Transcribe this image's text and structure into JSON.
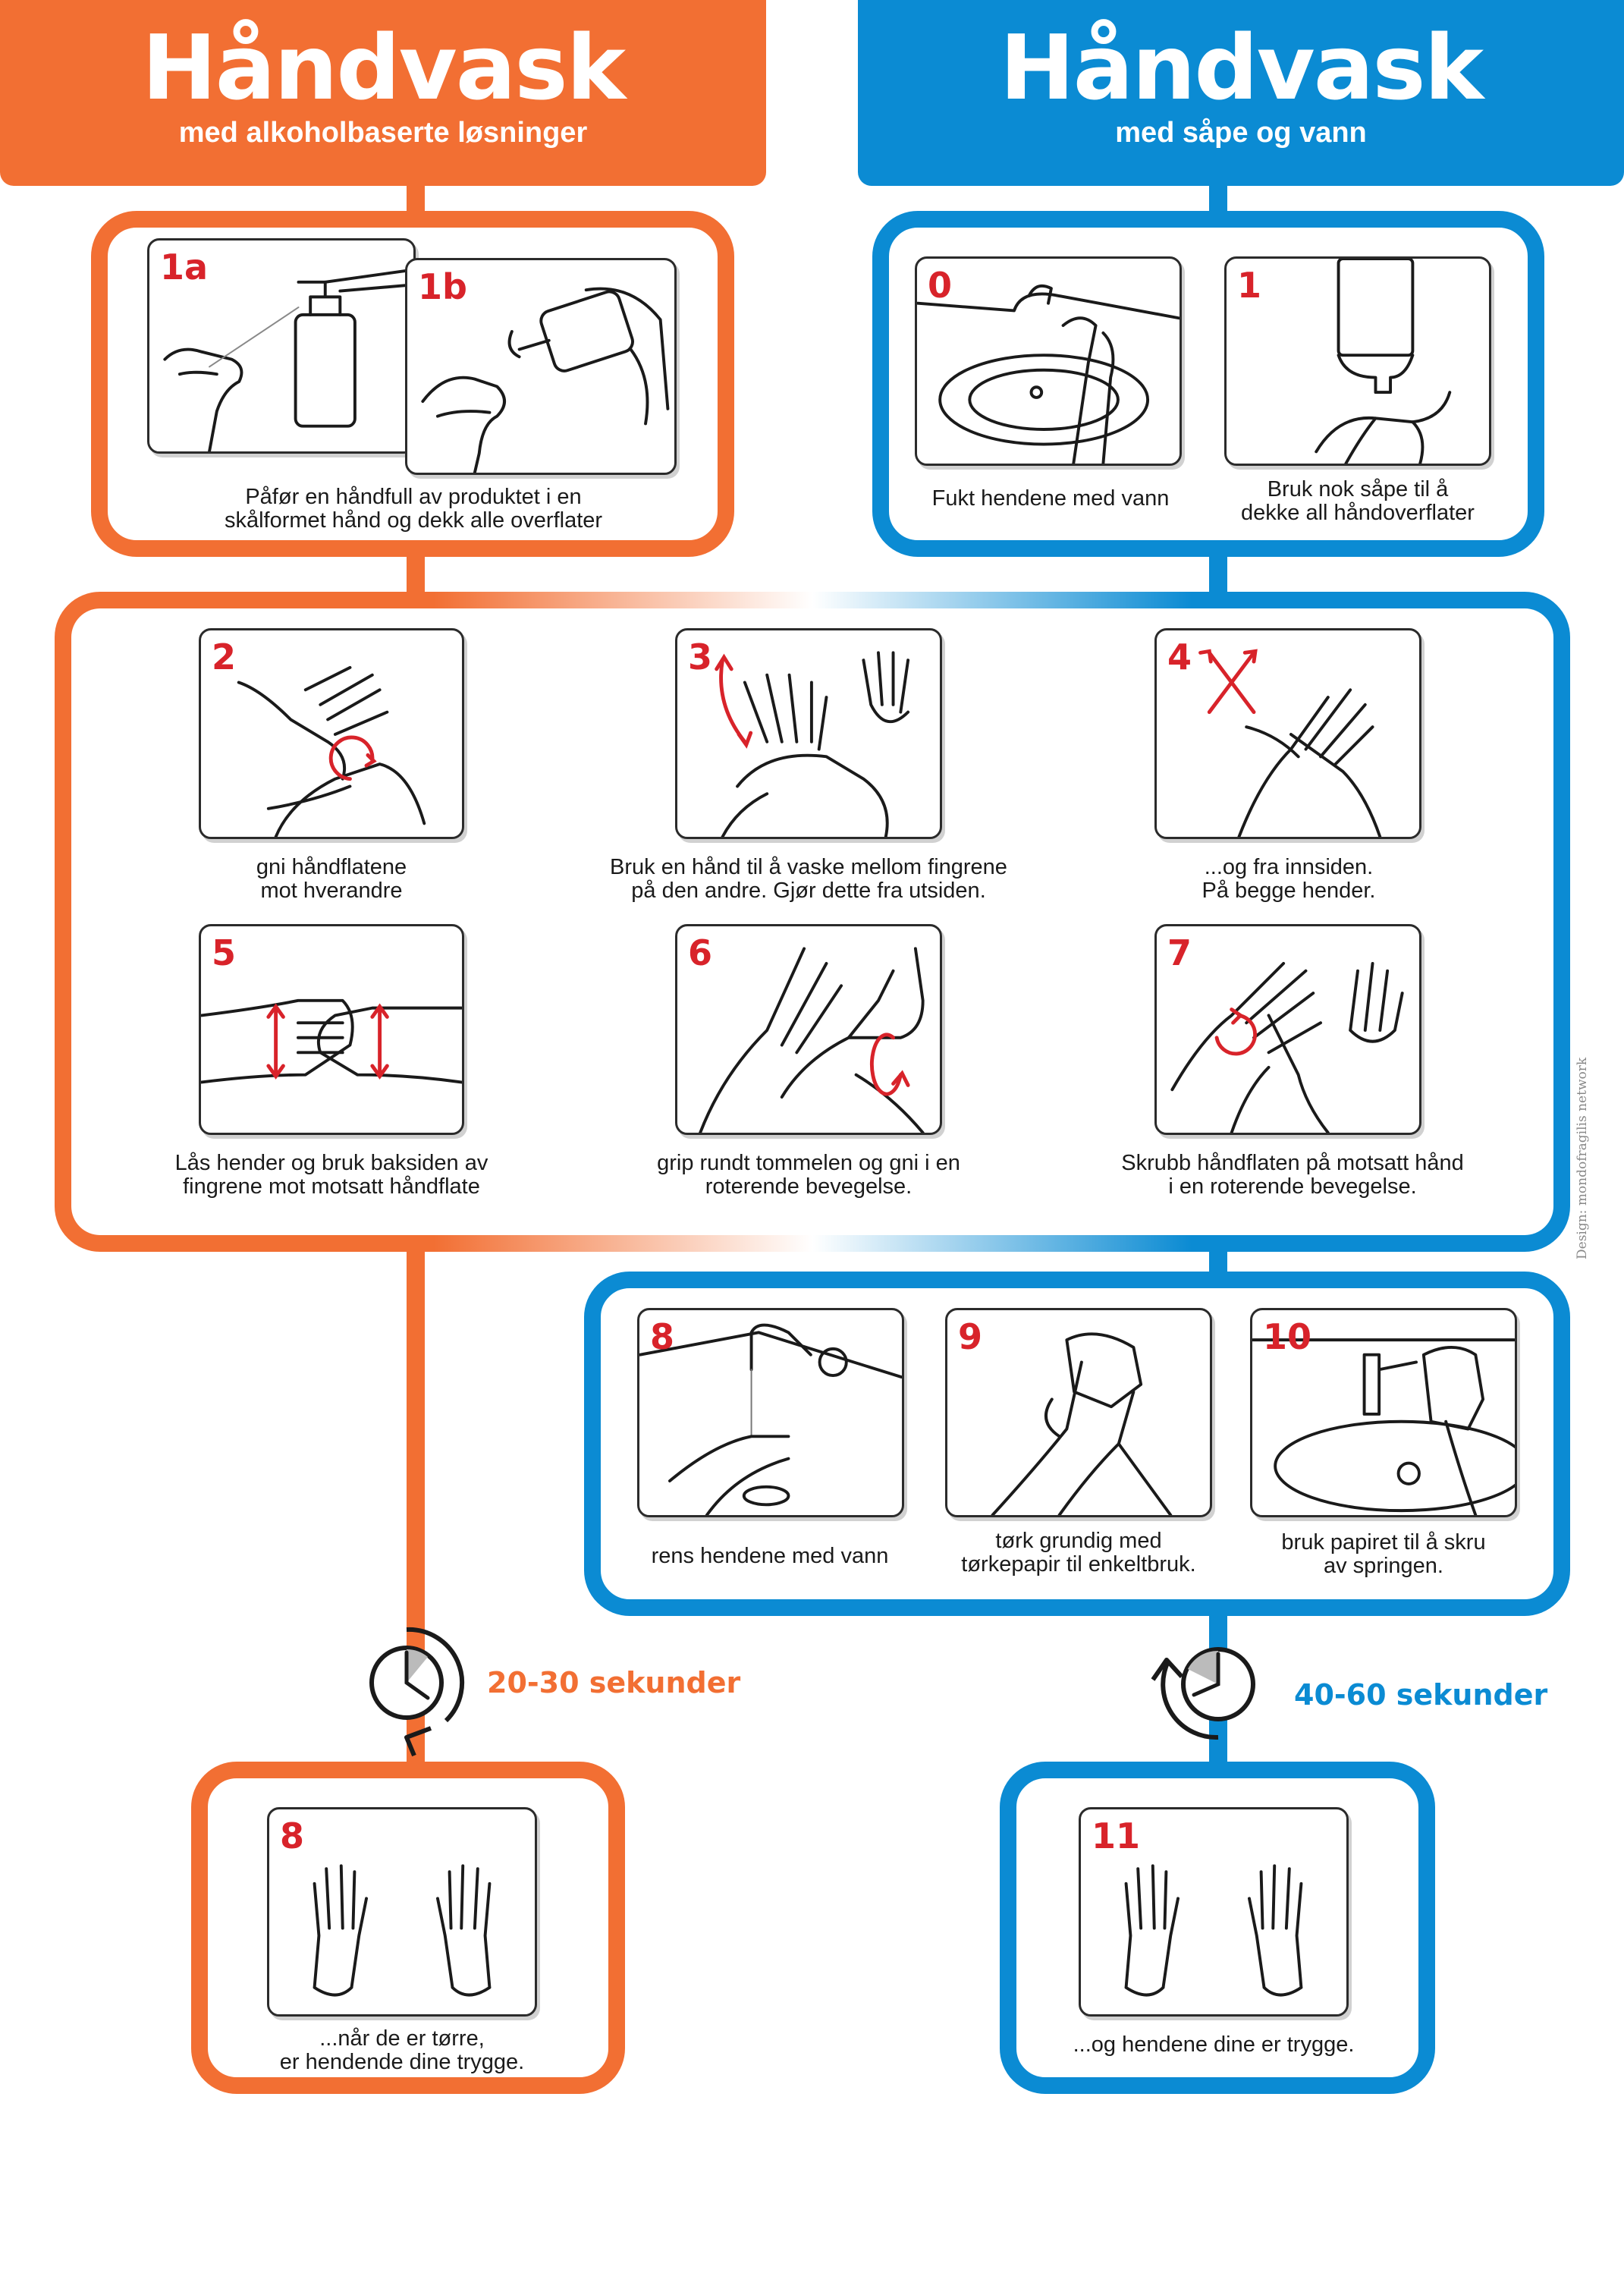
{
  "left_header": {
    "title": "Håndvask",
    "subtitle": "med alkoholbaserte løsninger"
  },
  "right_header": {
    "title": "Håndvask",
    "subtitle": "med såpe og vann"
  },
  "colors": {
    "orange": "#f26f33",
    "blue": "#0b8bd3",
    "step_red": "#d8232a"
  },
  "alcohol_intro": {
    "steps": [
      {
        "num": "1a"
      },
      {
        "num": "1b"
      }
    ],
    "caption_line1": "Påfør en håndfull av produktet i en",
    "caption_line2": "skålformet hånd og dekk alle overflater"
  },
  "water_intro": {
    "step0": {
      "num": "0",
      "caption": "Fukt hendene med vann"
    },
    "step1": {
      "num": "1",
      "caption_line1": "Bruk nok såpe til å",
      "caption_line2": "dekke all håndoverflater"
    }
  },
  "common_steps": [
    {
      "num": "2",
      "caption_line1": "gni håndflatene",
      "caption_line2": "mot hverandre"
    },
    {
      "num": "3",
      "caption_line1": "Bruk en hånd til å vaske mellom fingrene",
      "caption_line2": "på den andre. Gjør dette fra utsiden."
    },
    {
      "num": "4",
      "caption_line1": "...og fra innsiden.",
      "caption_line2": "På begge hender."
    },
    {
      "num": "5",
      "caption_line1": "Lås hender og bruk baksiden av",
      "caption_line2": "fingrene mot motsatt håndflate"
    },
    {
      "num": "6",
      "caption_line1": "grip rundt tommelen og gni i en",
      "caption_line2": "roterende bevegelse."
    },
    {
      "num": "7",
      "caption_line1": "Skrubb håndflaten på motsatt hånd",
      "caption_line2": "i en roterende bevegelse."
    }
  ],
  "rinse_steps": [
    {
      "num": "8",
      "caption_line1": "rens hendene med vann",
      "caption_line2": ""
    },
    {
      "num": "9",
      "caption_line1": "tørk grundig med",
      "caption_line2": "tørkepapir til enkeltbruk."
    },
    {
      "num": "10",
      "caption_line1": "bruk papiret til å skru",
      "caption_line2": "av springen."
    }
  ],
  "timers": {
    "alcohol": "20-30 sekunder",
    "water": "40-60 sekunder"
  },
  "final_alcohol": {
    "num": "8",
    "caption_line1": "...når de er tørre,",
    "caption_line2": "er hendende dine trygge."
  },
  "final_water": {
    "num": "11",
    "caption_line1": "...og hendene dine er trygge."
  },
  "credit": "Design: mondofragilis network"
}
